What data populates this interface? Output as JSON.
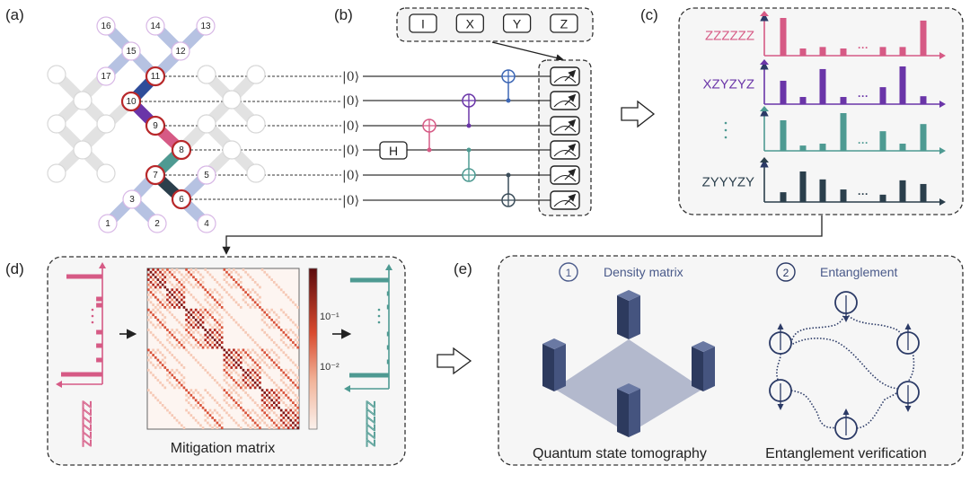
{
  "panels": {
    "a": {
      "label": "(a)"
    },
    "b": {
      "label": "(b)"
    },
    "c": {
      "label": "(c)"
    },
    "d": {
      "label": "(d)"
    },
    "e": {
      "label": "(e)"
    }
  },
  "lattice": {
    "active_nodes": [
      {
        "id": "1",
        "label": "1"
      },
      {
        "id": "2",
        "label": "2"
      },
      {
        "id": "3",
        "label": "3"
      },
      {
        "id": "4",
        "label": "4"
      },
      {
        "id": "5",
        "label": "5"
      },
      {
        "id": "12",
        "label": "12"
      },
      {
        "id": "13",
        "label": "13"
      },
      {
        "id": "14",
        "label": "14"
      },
      {
        "id": "15",
        "label": "15"
      },
      {
        "id": "16",
        "label": "16"
      },
      {
        "id": "17",
        "label": "17"
      }
    ],
    "chain_nodes": [
      {
        "id": "11",
        "label": "11"
      },
      {
        "id": "10",
        "label": "10"
      },
      {
        "id": "9",
        "label": "9"
      },
      {
        "id": "8",
        "label": "8"
      },
      {
        "id": "7",
        "label": "7"
      },
      {
        "id": "6",
        "label": "6"
      }
    ],
    "chain_link_colors": [
      "#2f4d9a",
      "#6a35a8",
      "#d65a85",
      "#4e9a92",
      "#2b3f4c"
    ],
    "node_colors": {
      "chain_ring": "#b8282a",
      "active_ring": "#d8b8e6",
      "link": "#b6c2e2",
      "inactive": "#e2e2e2"
    }
  },
  "circuit": {
    "initial_state": "|0⟩",
    "qubit_count": 6,
    "hadamard_label": "H",
    "cnot_colors": [
      "#d65a85",
      "#6a35a8",
      "#4e9a92",
      "#3d67b5",
      "#3b4d5a"
    ],
    "bases": [
      "I",
      "X",
      "Y",
      "Z"
    ]
  },
  "measurement_distributions": {
    "rows": [
      {
        "label": "ZZZZZZ",
        "color": "#d65a85",
        "values": [
          1.0,
          0.19,
          0.23,
          0.19,
          0.23,
          0.23,
          0.93
        ]
      },
      {
        "label": "XZYZYZ",
        "color": "#6a35a8",
        "values": [
          0.62,
          0.19,
          0.93,
          0.19,
          0.45,
          1.0,
          0.21
        ]
      },
      {
        "label": "⋮",
        "color": "#4e9a92",
        "values": [
          0.81,
          0.14,
          0.19,
          1.0,
          0.52,
          0.19,
          0.71
        ]
      },
      {
        "label": "ZYYYZY",
        "color": "#2b3f4c",
        "values": [
          0.32,
          1.0,
          0.74,
          0.41,
          0.24,
          0.71,
          0.59
        ]
      }
    ],
    "ellipsis": "···"
  },
  "mitigation": {
    "caption": "Mitigation matrix",
    "colorbar_ticks": [
      "10⁻¹",
      "10⁻²"
    ],
    "input_label": "ZZZZZZ",
    "output_label": "ZZZZZZ",
    "input_color": "#d65a85",
    "output_color": "#4e9a92",
    "input_values": [
      0.87,
      0.15,
      0.15,
      0.15,
      0.15,
      0.15,
      1.0
    ],
    "output_values": [
      0.98,
      0.05,
      0.05,
      0.05,
      0.05,
      0.05,
      1.0
    ]
  },
  "analysis": {
    "density": {
      "number": "1",
      "title": "Density matrix",
      "caption": "Quantum state tomography"
    },
    "entanglement": {
      "number": "2",
      "title": "Entanglement",
      "caption": "Entanglement verification",
      "spins": [
        "down",
        "up",
        "up",
        "down",
        "down",
        "up"
      ]
    },
    "accent": "#4a5a8a",
    "bar_color": "#3e4e78"
  }
}
